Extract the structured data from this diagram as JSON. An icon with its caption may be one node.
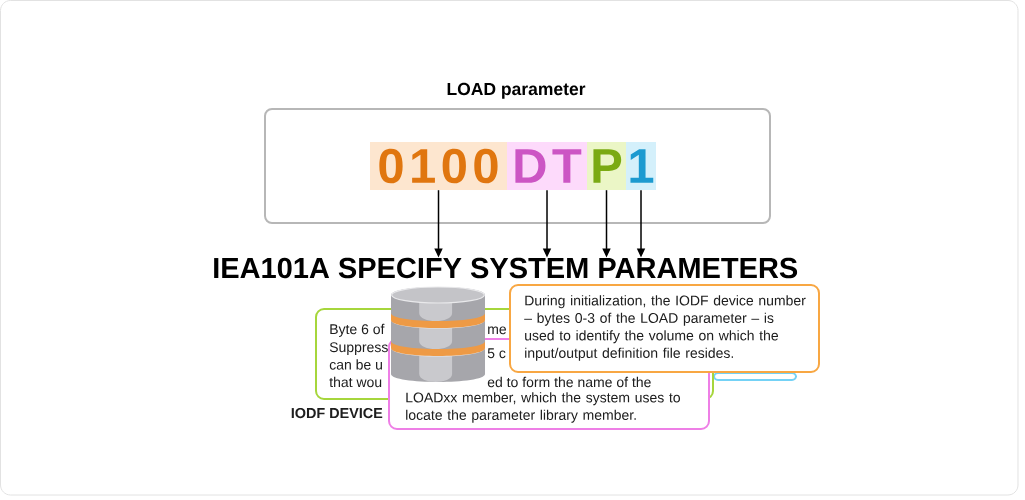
{
  "diagram": {
    "nodes": [
      {
        "text": [
          "LOAD parameter"
        ]
      },
      {
        "text": [
          "0100"
        ],
        "in": 0
      },
      {
        "text": [
          "DT"
        ],
        "in": 0
      },
      {
        "text": [
          "P"
        ],
        "in": 0
      },
      {
        "text": [
          "1"
        ],
        "in": 0
      },
      {
        "text": [
          "IEA101A SPECIFY SYSTEM PARAMETERS"
        ]
      },
      {
        "text": [
          "Byte 6 of",
          "me",
          "Suppress",
          "can be u",
          "that wou"
        ]
      },
      {
        "text": [
          "5 c",
          "ed to form the name of the",
          "LOADxx member, which the system uses to locate the parameter library member."
        ]
      },
      {
        "text": [],
        "shape": "box"
      },
      {
        "text": [],
        "shape": "cylinder"
      },
      {
        "text": [
          "During initialization, the IODF device number – bytes 0-3 of the LOAD parameter – is used to identify the volume on which the input/output definition file resides."
        ]
      }
    ],
    "edges": [
      {
        "from": 1,
        "to": 5,
        "arrow": "to"
      },
      {
        "from": 2,
        "to": 5,
        "arrow": "to"
      },
      {
        "from": 3,
        "to": 5,
        "arrow": "to"
      },
      {
        "from": 4,
        "to": 5,
        "arrow": "to"
      }
    ],
    "labels": [
      "IODF DEVICE"
    ]
  }
}
